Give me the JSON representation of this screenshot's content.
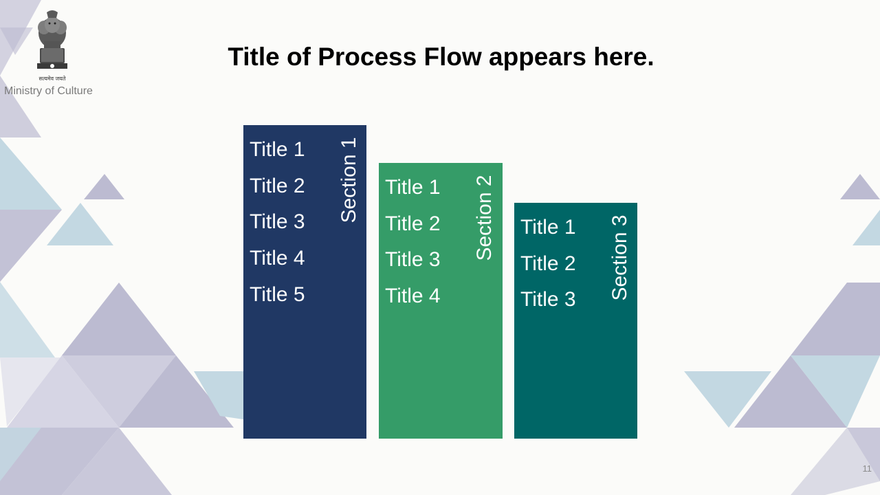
{
  "header": {
    "emblem_motto": "सत्यमेव जयते",
    "org_name": "Ministry of Culture"
  },
  "title": "Title of Process Flow appears here.",
  "sections": [
    {
      "label": "Section 1",
      "color": "#203864",
      "items": [
        "Title 1",
        "Title 2",
        "Title 3",
        "Title 4",
        "Title 5"
      ]
    },
    {
      "label": "Section 2",
      "color": "#359c68",
      "items": [
        "Title 1",
        "Title 2",
        "Title 3",
        "Title 4"
      ]
    },
    {
      "label": "Section 3",
      "color": "#006666",
      "items": [
        "Title 1",
        "Title 2",
        "Title 3"
      ]
    }
  ],
  "footer": {
    "page_number": "11"
  },
  "theme": {
    "background": "#fbfbf9",
    "triangle_purple": "#bcbbd1",
    "triangle_blue": "#c3d8e2"
  }
}
